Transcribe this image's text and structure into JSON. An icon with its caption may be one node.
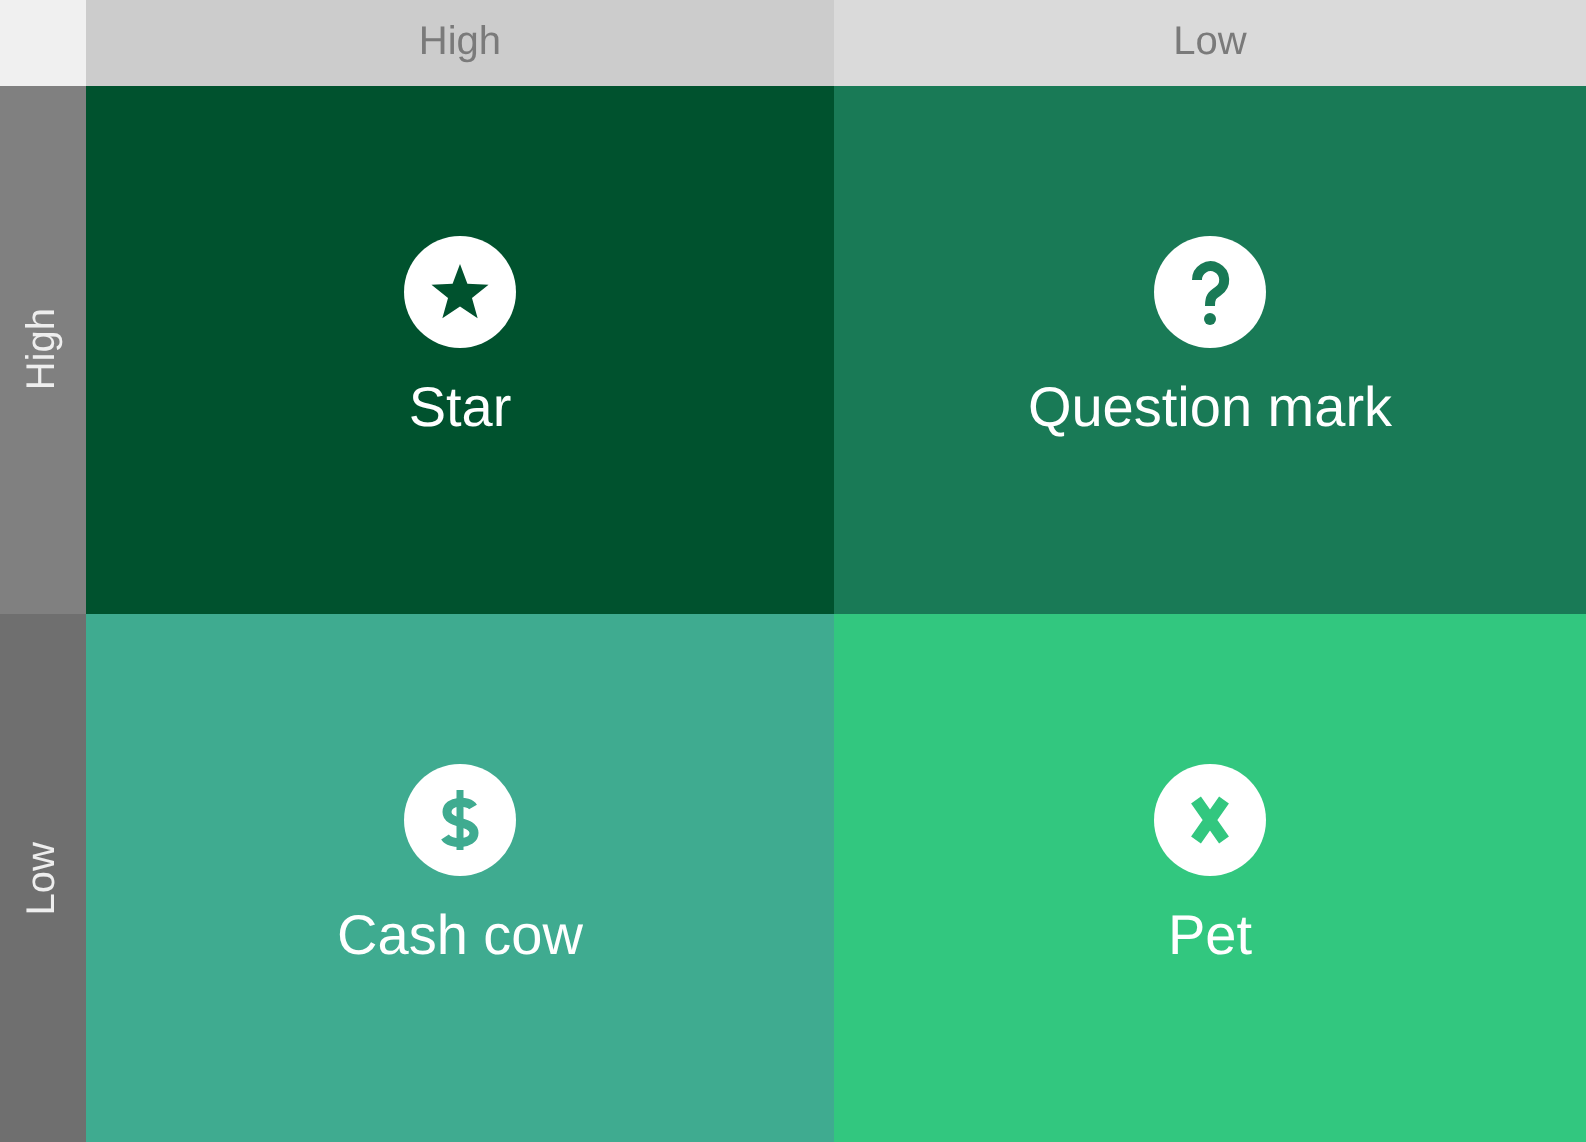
{
  "diagram": {
    "nodes": [
      {
        "text": [
          "High"
        ]
      },
      {
        "text": [
          "Low"
        ]
      },
      {
        "text": [
          "High"
        ]
      },
      {
        "text": [
          "Star"
        ]
      },
      {
        "text": [
          "Question mark"
        ]
      },
      {
        "text": [
          "Low"
        ]
      },
      {
        "text": [
          "Cash cow"
        ]
      },
      {
        "text": [
          "Pet"
        ]
      }
    ]
  }
}
